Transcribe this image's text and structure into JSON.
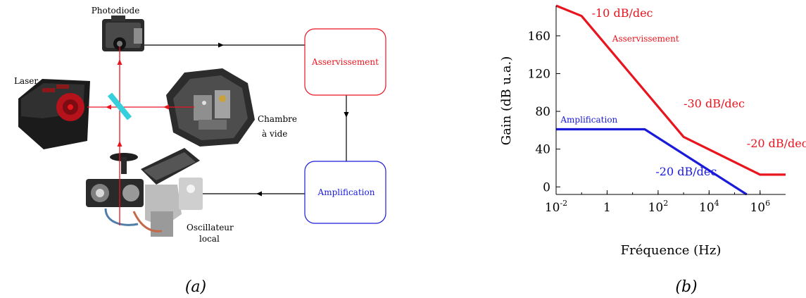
{
  "panel_a": {
    "caption": "(a)",
    "labels": {
      "photodiode": "Photodiode",
      "laser": "Laser",
      "chamber_line1": "Chambre",
      "chamber_line2": "à vide",
      "oscillator_line1": "Oscillateur",
      "oscillator_line2": "local"
    },
    "boxes": {
      "servo": "Asservissement",
      "amplification": "Amplification"
    },
    "colors": {
      "beam": "#e8141e",
      "servo_box": "#e8141e",
      "amp_box": "#1a1adb",
      "beamsplitter": "#35d0dc",
      "wire": "#000000"
    }
  },
  "panel_b": {
    "caption": "(b)"
  },
  "chart_data": {
    "type": "line",
    "xlabel": "Fréquence (Hz)",
    "ylabel": "Gain (dB u.a.)",
    "x_scale": "log",
    "xlim": [
      0.01,
      10000000
    ],
    "ylim": [
      -8,
      192
    ],
    "x_ticks": [
      {
        "value": 0.01,
        "base": "10",
        "exp": "-2"
      },
      {
        "value": 1,
        "base": "1",
        "exp": ""
      },
      {
        "value": 100,
        "base": "10",
        "exp": "2"
      },
      {
        "value": 10000,
        "base": "10",
        "exp": "4"
      },
      {
        "value": 1000000,
        "base": "10",
        "exp": "6"
      }
    ],
    "y_ticks": [
      0,
      40,
      80,
      120,
      160
    ],
    "grid": false,
    "series": [
      {
        "name": "Asservissement",
        "color": "#e8141e",
        "x": [
          0.01,
          0.1,
          1000,
          1000000,
          10000000
        ],
        "y": [
          192,
          181,
          53,
          13,
          13
        ]
      },
      {
        "name": "Amplification",
        "color": "#1a1adb",
        "x": [
          0.01,
          30,
          300000
        ],
        "y": [
          61,
          61,
          -8
        ]
      }
    ],
    "annotations": [
      {
        "text": "-10 dB/dec",
        "color": "#e8141e",
        "x": 0.25,
        "y": 180
      },
      {
        "text": "Asservissement",
        "color": "#e8141e",
        "x": 1.6,
        "y": 154
      },
      {
        "text": "-30 dB/dec",
        "color": "#e8141e",
        "x": 1000,
        "y": 84
      },
      {
        "text": "-20 dB/dec",
        "color": "#e8141e",
        "x": 300000,
        "y": 42
      },
      {
        "text": "Amplification",
        "color": "#1a1adb",
        "x": 0.015,
        "y": 68
      },
      {
        "text": "-20 dB/dec",
        "color": "#1a1adb",
        "x": 80,
        "y": 12
      }
    ]
  }
}
